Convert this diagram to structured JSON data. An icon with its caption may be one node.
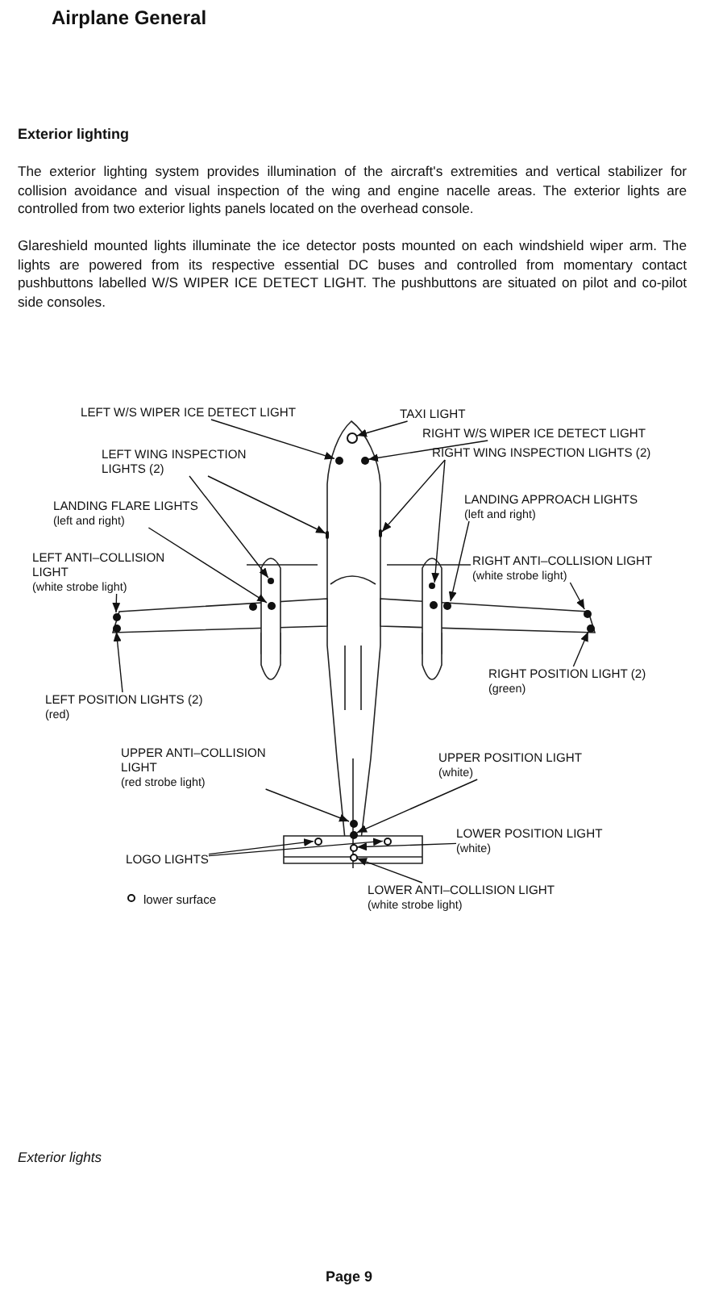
{
  "diagram": {
    "title": "Airplane General",
    "caption": "Exterior lights",
    "nodes": [
      {
        "text": [
          "LEFT W/S WIPER ICE DETECT LIGHT"
        ]
      },
      {
        "text": [
          "TAXI LIGHT"
        ]
      },
      {
        "text": [
          "RIGHT W/S WIPER ICE DETECT LIGHT"
        ]
      },
      {
        "text": [
          "LEFT WING INSPECTION LIGHTS (2)"
        ]
      },
      {
        "text": [
          "RIGHT WING INSPECTION LIGHTS (2)"
        ]
      },
      {
        "text": [
          "LANDING FLARE LIGHTS",
          "(left and right)"
        ]
      },
      {
        "text": [
          "LANDING APPROACH LIGHTS",
          "(left and right)"
        ]
      },
      {
        "text": [
          "LEFT ANTI–COLLISION LIGHT",
          "(white strobe light)"
        ]
      },
      {
        "text": [
          "RIGHT ANTI–COLLISION LIGHT",
          "(white strobe light)"
        ]
      },
      {
        "text": [
          "LEFT POSITION LIGHTS (2)",
          "(red)"
        ]
      },
      {
        "text": [
          "RIGHT POSITION LIGHT (2)",
          "(green)"
        ]
      },
      {
        "text": [
          "UPPER ANTI–COLLISION LIGHT",
          "(red strobe light)"
        ]
      },
      {
        "text": [
          "UPPER POSITION LIGHT",
          "(white)"
        ]
      },
      {
        "text": [
          "LOWER POSITION LIGHT",
          "(white)"
        ]
      },
      {
        "text": [
          "LOGO LIGHTS"
        ]
      },
      {
        "text": [
          "LOWER ANTI–COLLISION LIGHT",
          "(white strobe light)"
        ]
      },
      {
        "text": [],
        "shape": "circle"
      },
      {
        "text": [],
        "shape": "circle"
      },
      {
        "text": [],
        "shape": "circle"
      },
      {
        "text": [],
        "shape": "bar"
      },
      {
        "text": [],
        "shape": "bar"
      },
      {
        "text": [],
        "shape": "circle"
      },
      {
        "text": [],
        "shape": "circle"
      },
      {
        "text": [],
        "shape": "circle"
      },
      {
        "text": [],
        "shape": "circle"
      },
      {
        "text": [],
        "shape": "circle"
      },
      {
        "text": [],
        "shape": "circle"
      },
      {
        "text": [],
        "shape": "circle"
      },
      {
        "text": [],
        "shape": "circle"
      },
      {
        "text": [],
        "shape": "circle"
      },
      {
        "text": [],
        "shape": "circle"
      },
      {
        "text": [],
        "shape": "circle"
      },
      {
        "text": [],
        "shape": "circle"
      },
      {
        "text": [],
        "shape": "circle"
      },
      {
        "text": [],
        "shape": "circle"
      }
    ],
    "edges": [
      {
        "from": 0,
        "to": 17,
        "arrow": "to"
      },
      {
        "from": 1,
        "to": 16,
        "arrow": "to"
      },
      {
        "from": 2,
        "to": 18,
        "arrow": "to"
      },
      {
        "from": 3,
        "to": 19,
        "arrow": "to"
      },
      {
        "from": 3,
        "to": 21,
        "arrow": "to"
      },
      {
        "from": 4,
        "to": 20,
        "arrow": "to"
      },
      {
        "from": 4,
        "to": 22,
        "arrow": "to"
      },
      {
        "from": 5,
        "to": 23,
        "arrow": "to"
      },
      {
        "from": 6,
        "to": 24,
        "arrow": "to"
      },
      {
        "from": 7,
        "to": 25,
        "arrow": "to"
      },
      {
        "from": 9,
        "to": 26,
        "arrow": "to"
      },
      {
        "from": 8,
        "to": 27,
        "arrow": "to"
      },
      {
        "from": 10,
        "to": 28,
        "arrow": "to"
      },
      {
        "from": 11,
        "to": 29,
        "arrow": "to"
      },
      {
        "from": 12,
        "to": 30,
        "arrow": "to"
      },
      {
        "from": 13,
        "to": 33,
        "arrow": "to"
      },
      {
        "from": 14,
        "to": 31,
        "arrow": "to"
      },
      {
        "from": 14,
        "to": 32,
        "arrow": "to"
      },
      {
        "from": 15,
        "to": 34,
        "arrow": "to"
      }
    ],
    "labels": [
      "Exterior lighting",
      "The exterior lighting system provides illumination of the aircraft's extremities and vertical stabilizer for collision avoidance and visual inspection of the wing and engine nacelle areas. The exterior lights are controlled from two exterior lights panels located on the overhead console.",
      "Glareshield mounted lights illuminate the ice detector posts mounted on each windshield wiper arm. The lights are powered from its respective essential DC buses and controlled from momentary contact pushbuttons labelled W/S WIPER ICE DETECT LIGHT. The pushbuttons are situated on pilot and co-pilot side consoles.",
      "Page 9"
    ],
    "legend": [
      {
        "text": "lower surface"
      }
    ]
  }
}
